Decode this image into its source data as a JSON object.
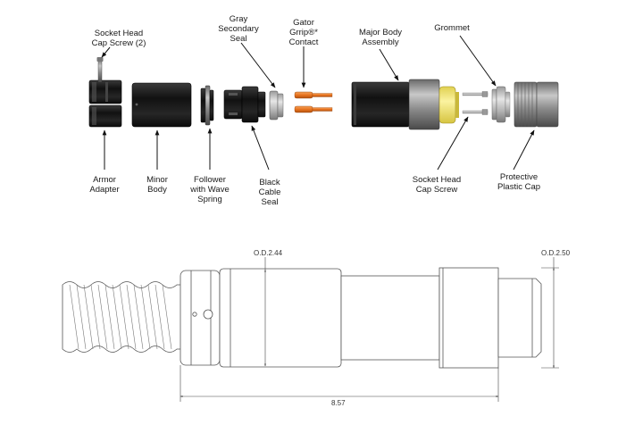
{
  "labels": {
    "socket_head_cap_screw_2": "Socket Head\nCap Screw (2)",
    "gray_secondary_seal": "Gray\nSecondary\nSeal",
    "gator_grrip_contact": "Gator\nGrrip®*\nContact",
    "major_body_assembly": "Major Body\nAssembly",
    "grommet": "Grommet",
    "armor_adapter": "Armor\nAdapter",
    "minor_body": "Minor\nBody",
    "follower_wave_spring": "Follower\nwith Wave\nSpring",
    "black_cable_seal": "Black\nCable\nSeal",
    "socket_head_cap_screw": "Socket Head\nCap Screw",
    "protective_plastic_cap": "Protective\nPlastic Cap"
  },
  "dimensions": {
    "od_left": "O.D.2.44",
    "od_right": "O.D.2.50",
    "overall_length": "8.57"
  },
  "colors": {
    "contact_orange": "#e8731f",
    "grommet_yellow": "#f2e676",
    "dark_body": "#1c1c1c",
    "metal_gray": "#8c8c8c",
    "line": "#333333"
  }
}
